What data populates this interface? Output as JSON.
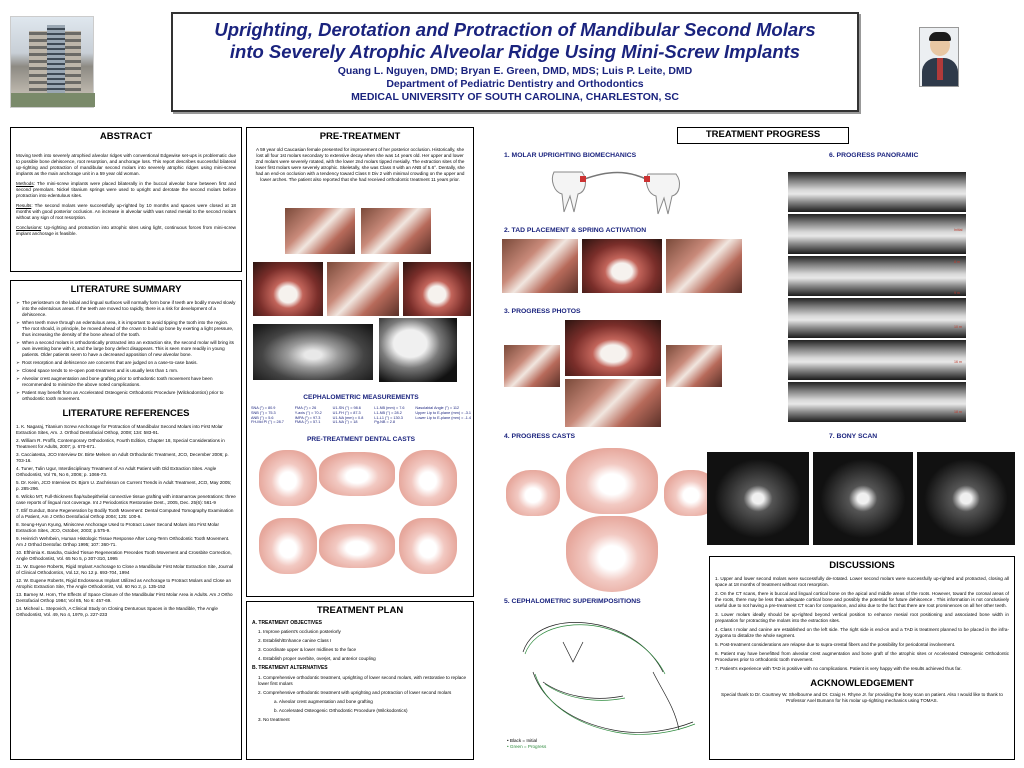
{
  "header": {
    "title_line1": "Uprighting, Derotation and Protraction of Mandibular Second Molars",
    "title_line2": "into Severely Atrophic Alveolar Ridge Using Mini-Screw Implants",
    "authors": "Quang L. Nguyen, DMD; Bryan E. Green, DMD, MDS; Luis P. Leite, DMD",
    "department": "Department of Pediatric Dentistry and Orthodontics",
    "university": "MEDICAL UNIVERSITY OF SOUTH CAROLINA, CHARLESTON, SC"
  },
  "abstract": {
    "title": "ABSTRACT",
    "p1": "Moving teeth into severely atrophied alveolar ridges with conventional Edgewise set-ups is problematic due to possible bone dehiscence, root resorption, and anchorage loss. This report describes successful bilateral up-righting and protraction of mandibular second molars into severely atrophic ridges using mini-screw implants as the main anchorage unit in a 59 year old woman.",
    "methods_label": "Methods",
    "methods": ": The mini-screw implants were placed bilaterally in the buccal alveolar bone between first and second premolars. Nickel titanium springs were used to upright and derotate the second molars before protraction into edentulous sites.",
    "results_label": "Results",
    "results": ": The second molars were successfully up-righted by 10 months and spaces were closed at 18 months with good posterior occlusion. An increase in alveolar width was noted mesial to the second molars without any sign of root resorption.",
    "conclusions_label": "Conclusions",
    "conclusions": ": Up-righting and protraction into atrophic sites using light, continuous forces from mini-screw implant anchorage is feasible."
  },
  "literature_summary": {
    "title": "LITERATURE SUMMARY",
    "items": [
      "The periosteum on the labial and lingual surfaces will normally form bone if teeth are bodily moved slowly into the edentulous areas. If the teeth are moved too rapidly, there is a risk for development of a dehiscence.",
      "When teeth move through an edentulous area, it is important to avoid tipping the tooth into the region. The root should, in principle, be moved ahead of the crown to build up bone by exerting a light pressure, thus increasing the density of the bone ahead of the tooth.",
      "When a second molars is orthodontically protracted into an extraction site, the second molar will bring its own investing bone with it, and the large bony defect disappears. This is seen more readily in young patients. Older patients seem to have a decreased apposition of new alveolar bone.",
      "Root resorption and dehiscence are concerns that are judged on a case-to-case basis.",
      "Closed space tends to re-open post-treatment and is usually less than 1 mm.",
      "Alveolar crest augmentation and bone grafting prior to orthodontic tooth movement have been recommended to minimize the above noted complications.",
      "Patient may benefit from an Accelerated Osteogenic Orthodontic Procedure (Wilckodontics) prior to orthodontic tooth movement."
    ]
  },
  "literature_references": {
    "title": "LITERATURE REFERENCES",
    "items": [
      "1. K. Nagaraj, Titanium Screw Anchorage for Protraction of Mandibular Second Molars into First Molar Extraction Sites, Am. J. Orthod Dentofacial Orthop, 2008; 134: 583-91.",
      "2. William R. Proffit, Contemporary Orthodontics, Fourth Edition, Chapter 18, Special Considerations in Treatment for Adults, 2007; p. 670-671.",
      "3. Cacciatesta, JCO Interview Dr. Birte Melsen on Adult Orthodontic Treatment, JCO, December 2006; p. 703-16.",
      "4. Tuner, Tulin Ugur, Interdisciplinary Treatment of An Adult Patient with Old Extraction Sites. Angle Orthodontist, Vol 76, No 6, 2006; p. 1066-73.",
      "5. Dr. Keim, JCO Interview Dr. Bjorn U. Zachrisson on Current Trends in Adult Treatment, JCO, May 2005; p. 285-296.",
      "6. Wilcko MT, Full-thickness flap/subepithelial connective tissue grafting with intramarrow penetrations: three case reports of lingual root coverage. Int J Periodontics Restorative Dent., 2005, Dec. 25(6): 561-9",
      "7. Elif Gunduz, Bone Regeneration by Bodily Tooth Movement: Dental Computed Tomography Examination of a Patient, Am J Ortho Dentofacial Orthop 2004; 125: 100-6.",
      "8. Seung-Hyun Kyung, Miniscrew Anchorage Used to Protract Lower Second Molars into First Molar Extraction Sites, JCO, October, 2003; p.575-9.",
      "9. Heinrich Wehrbein, Human Histologic Tissue Response After Long-Term Orthodontic Tooth Movement. Am J Orthod Dentofac Orthop 1995; 107: 360-71.",
      "10. Efthimia K. Basdra, Guided Tissue Regeneration Precedes Tooth Movement and Crossbite Correction, Angle Orthodontist, Vol. 65 No 5, p 307-310, 1995",
      "11. W. Eugene Roberts, Rigid Implant Anchorage to Close a Mandibular First Molar Extraction Site, Journal of Clinical Orthodontics, Vol.12, No 12 p. 693-704, 1994",
      "12. W. Eugene Roberts, Rigid Endosseous Implant Utilized as Anchorage to Protract Molars and Close an Atrophic Extraction Site, The Angle Orthodontist, Vol. 60 No 2, p. 135-152",
      "13. Barney M. Horn, The Effects of Space Closure of the Mandibular First Molar Area in Adults. Am J Ortho Dentofacial Orthop 1984; Vol 85, No 6: 457-69.",
      "14. Micheal L. Stepovich, A Clinical Study on Closing Denturous Spaces in the Mandible, The Angle Orthodontist, Vol. 49, No 4, 1979, p. 227-233"
    ]
  },
  "pretreatment": {
    "title": "PRE-TREATMENT",
    "text": "A 59 year old Caucasian female presented for improvement of her posterior occlusion. Historically, she lost all four 1st molars secondary to extensive decay when she was 14 years old. Her upper and lower 2nd molars were severely rotated, with the lower 2nd molars tipped mesially. The extraction sites of the lower first molars were severely atrophic. Skeletally, she was Class II with an ANB of 5.6°. Dentally, she had an end-on occlusion with a tendency toward Class II Div 2 with minimal crowding on the upper and lower arches. The patient also reported that she had received orthodontic treatment 11 years prior.",
    "ceph_title": "CEPHALOMETRIC MEASUREMENTS",
    "ceph_cols": [
      [
        "SNA (°) = 80.9",
        "SNB (°) = 75.3",
        "ANB (°) = 5.6",
        "FH-Md Pl (°) = 28.7"
      ],
      [
        "FMA (°) = 26",
        "Y-axis (°) = 70.2",
        "IMPA (°) = 97.3",
        "FMIA (°) = 57.1"
      ],
      [
        "U1-SN (°) = 98.6",
        "U1-FH (°) = 87.3",
        "U1-NA (mm) = 0.8",
        "U1-NA (°) = 18"
      ],
      [
        "L1-NB (mm) = 7.6",
        "L1-NB (°) = 28.2",
        "L1-L1 (°) = 130.3",
        "Pg-NB = 2.8"
      ],
      [
        "Nasolabial Angle (°) = 112",
        "Upper Lip to E-plane (mm) = -3.1",
        "Lower Lip to E-plane (mm) = -1.4"
      ]
    ],
    "casts_title": "PRE-TREATMENT DENTAL CASTS"
  },
  "treatment_plan": {
    "title": "TREATMENT PLAN",
    "a_heading": "A.   TREATMENT OBJECTIVES",
    "objectives": [
      "1.    Improve patient's occlusion posteriorly",
      "2.    Establish/Enhance canine Class I",
      "3.    Coordinate upper & lower midlines to the face",
      "4.    Establish proper overbite, overjet, and anterior coupling"
    ],
    "b_heading": "B.   TREATMENT ALTERNATIVES",
    "alternatives": [
      "1.    Comprehensive orthodontic treatment, uprighting of lower second molars, with restorative to replace lower first molars",
      "2.    Comprehensive orthodontic treatment with uprighting and protraction of lower second molars"
    ],
    "subitems": [
      "a.    Alveolar crest augmentation and bone grafting",
      "b.    Accelerated Osteogenic Orthodontic Procedure (Wilckodontics)"
    ],
    "alt3": "3.    No treatment"
  },
  "progress": {
    "title": "TREATMENT PROGRESS",
    "s1": "1.  MOLAR UPRIGHTING BIOMECHANICS",
    "s2": "2.  TAD PLACEMENT & SPRING ACTIVATION",
    "s3": "3.  PROGRESS PHOTOS",
    "s4": "4.  PROGRESS CASTS",
    "s5": "5.  CEPHALOMETRIC SUPERIMPOSITIONS",
    "s6": "6.  PROGRESS PANORAMIC",
    "s7": "7.  BONY SCAN",
    "legend_black": "• Black = Initial",
    "legend_green": "• Green = Progress",
    "pano_labels": [
      "Initial",
      "8 m",
      "9 m",
      "10 m",
      "16 m",
      "18 m"
    ]
  },
  "discussions": {
    "title": "DISCUSSIONS",
    "items": [
      "1.    Upper and lower second molars were successfully de-rotated. Lower second molars were successfully up-righted and protracted, closing all space at 18 months of treatment without root resorption.",
      "2.    On the CT scans, there is buccal and lingual cortical bone on the apical and middle areas of the roots. However, toward the coronal areas of the roots, there may be less than adequate cortical bone and possibly the potential for future dehiscence . This information is not conclusively useful due to not having a pre-treatment CT scan for comparison, and also due to the fact that there are root prominences on all her other teeth.",
      "3.    Lower molars ideally should be up-righted beyond vertical position to enhance mesial root positioning and associated bone width in preparation for protracting the molars into the extraction sites.",
      "4.    Class I molar and canine are established on the left side. The right side is end-on and a TAD is treatment planned to be placed in the infra-zygoma to distalize the whole segment.",
      "5.    Post-treatment considerations are relapse due to supra-crestal fibers and the possibility for periodontal involvement.",
      "6.    Patient may have benefitted from alveolar crest augmentation and bone graft of the atrophic sites or Accelerated Osteogenic Orthodontic Procedures prior to orthodontic tooth movement.",
      "7.    Patient's experience with TAD is positive with no complications. Patient is very happy with the results achieved thus far."
    ],
    "ack_title": "ACKNOWLEDGEMENT",
    "ack": "Special thank to Dr. Courtney W. Shelbourne and Dr. Craig H. Rhyne Jr. for providing the bony scan on patient. Also I would like to thank to Professor Axel Bumann for his molar up-righting mechanics using TOMAS."
  },
  "colors": {
    "title_blue": "#1a237e",
    "accent_red": "#c0392b",
    "legend_green": "#2e8b3e"
  }
}
